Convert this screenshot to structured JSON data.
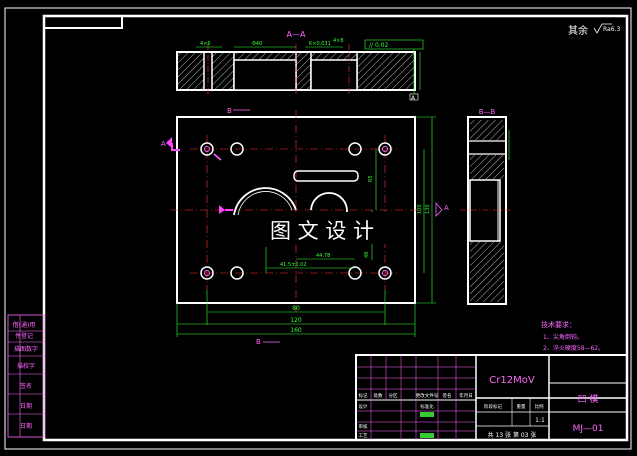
{
  "drawing": {
    "view_labels": {
      "section_aa": "A—A",
      "section_bb": "B—B",
      "cut_b_top": "B",
      "cut_b_bottom": "B",
      "cut_a_left": "A",
      "cut_a_right": "A"
    },
    "surface_finish": {
      "label": "其余",
      "value": "Ra6.3"
    },
    "top_dims": {
      "d1": "4×6",
      "d2": "Φ40",
      "d3": "K×0.031",
      "d4": "4×8",
      "flatness": "// 0.02",
      "datum": "A"
    },
    "plan_dims": {
      "w80": "80",
      "w120": "120",
      "w160": "160",
      "dim_41_5": "41.5±0.02",
      "dim_44_78": "44.78",
      "v1": "R5",
      "v2": "100",
      "v3": "130",
      "v4": "48"
    },
    "watermark": "图 文 设 计",
    "tech_notes": {
      "title": "技术要求：",
      "line1": "1、尖角倒钝。",
      "line2": "2、淬火硬度58—62。"
    },
    "left_strip": [
      "借(通)用",
      "件登记",
      "描图数字",
      "描校字",
      "签名",
      "日期",
      "日期"
    ],
    "title_block": {
      "material": "Cr12MoV",
      "part_name": "凹  模",
      "drawing_no": "MJ—01",
      "scale": "1:1",
      "sheet_text": "共 13 张   第 03 张",
      "col_labels": [
        "标记",
        "处数",
        "分区",
        "更改文件号",
        "签名",
        "年月日"
      ],
      "row_labels": [
        "设计",
        "审核",
        "工艺"
      ],
      "mid_labels": [
        "标准化",
        "批准"
      ],
      "stage_labels": [
        "阶段标记",
        "重量",
        "比例"
      ]
    }
  }
}
